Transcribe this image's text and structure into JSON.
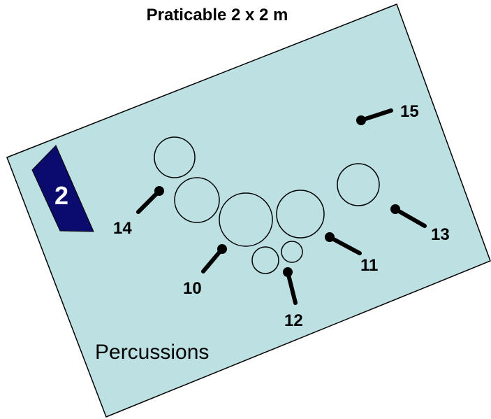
{
  "title": "Praticable 2 x 2 m",
  "zone_label": "Percussions",
  "riser_number": "2",
  "mic_labels": {
    "m10": "10",
    "m11": "11",
    "m12": "12",
    "m13": "13",
    "m14": "14",
    "m15": "15"
  },
  "colors": {
    "platform_fill": "#bde0e3",
    "platform_stroke": "#000000",
    "riser_fill": "#0b0b6e",
    "mic": "#000000"
  }
}
